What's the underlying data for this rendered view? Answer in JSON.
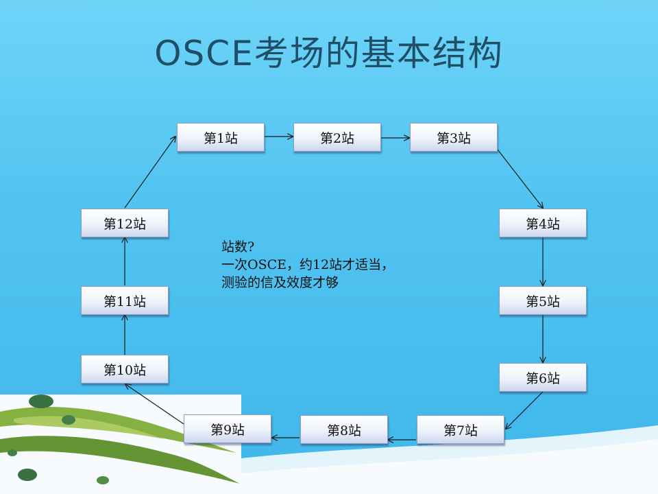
{
  "slide": {
    "title": "OSCE考场的基本结构",
    "stations": [
      {
        "id": "s1",
        "label": "第1站"
      },
      {
        "id": "s2",
        "label": "第2站"
      },
      {
        "id": "s3",
        "label": "第3站"
      },
      {
        "id": "s4",
        "label": "第4站"
      },
      {
        "id": "s5",
        "label": "第5站"
      },
      {
        "id": "s6",
        "label": "第6站"
      },
      {
        "id": "s7",
        "label": "第7站"
      },
      {
        "id": "s8",
        "label": "第8站"
      },
      {
        "id": "s9",
        "label": "第9站"
      },
      {
        "id": "s10",
        "label": "第10站"
      },
      {
        "id": "s11",
        "label": "第11站"
      },
      {
        "id": "s12",
        "label": "第12站"
      }
    ],
    "note_lines": [
      "站数?",
      "一次OSCE，约12站才适当，",
      "测验的信及效度才够"
    ],
    "colors": {
      "background": "#52c4f1",
      "title": "#1f4f66",
      "box_border": "#8d9cc0",
      "arrow": "#1a1a1a"
    }
  }
}
